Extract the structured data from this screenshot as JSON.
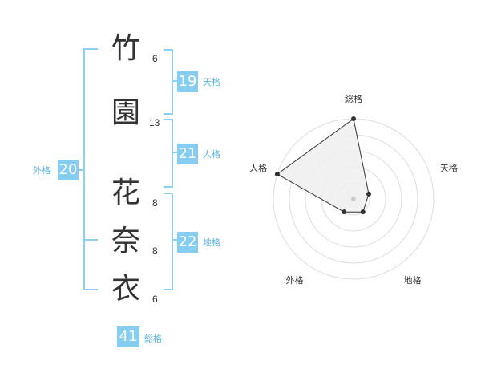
{
  "name": {
    "characters": [
      {
        "char": "竹",
        "strokes": "6"
      },
      {
        "char": "園",
        "strokes": "13"
      },
      {
        "char": "花",
        "strokes": "8"
      },
      {
        "char": "奈",
        "strokes": "8"
      },
      {
        "char": "衣",
        "strokes": "6"
      }
    ]
  },
  "scores": {
    "tenkaku": {
      "value": "19",
      "label": "天格"
    },
    "jinkaku": {
      "value": "21",
      "label": "人格"
    },
    "chikaku": {
      "value": "22",
      "label": "地格"
    },
    "gaikaku": {
      "value": "20",
      "label": "外格"
    },
    "soukaku": {
      "value": "41",
      "label": "総格"
    }
  },
  "radar": {
    "axes": [
      "総格",
      "天格",
      "地格",
      "外格",
      "人格"
    ],
    "levels": 5,
    "values": [
      5,
      1,
      1,
      1,
      5
    ],
    "colors": {
      "grid": "#dddddd",
      "fill": "#eeeeee",
      "line": "#333333",
      "center": "#cccccc"
    }
  },
  "colors": {
    "accent": "#86cdf2",
    "bracket": "#8fd0f0",
    "label": "#5fb6e6"
  }
}
